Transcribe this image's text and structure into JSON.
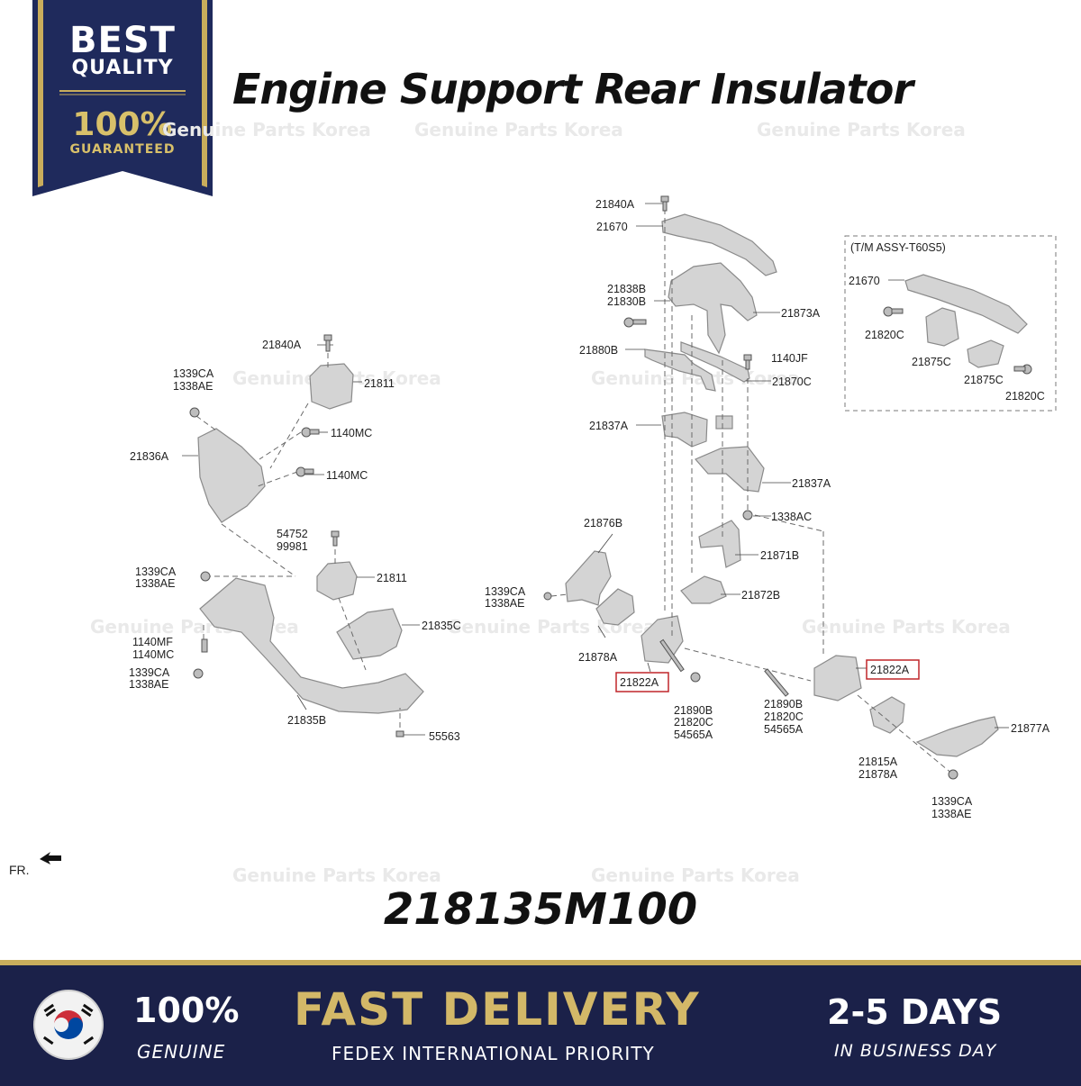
{
  "badge": {
    "line1": "BEST",
    "line2": "QUALITY",
    "line3": "100%",
    "line4": "GUARANTEED",
    "bg_color": "#1f2a5c",
    "gold_color": "#c9ad5c"
  },
  "title": "Engine Support Rear Insulator",
  "watermark_text": "Genuine Parts Korea",
  "inset_title": "(T/M ASSY-T60S5)",
  "highlight_color": "#c0262a",
  "labels": {
    "l21840a_top": "21840A",
    "l21670_top": "21670",
    "l21838b": "21838B",
    "l21830b": "21830B",
    "l21873a": "21873A",
    "l21880b": "21880B",
    "l1140jf": "1140JF",
    "l21870c": "21870C",
    "l21837a_1": "21837A",
    "l21837a_2": "21837A",
    "l1338ac": "1338AC",
    "l21876b": "21876B",
    "l21871b": "21871B",
    "l1339ca_mid": "1339CA",
    "l1338ae_mid": "1338AE",
    "l21872b": "21872B",
    "l21878a_mid": "21878A",
    "l21822a_left": "21822A",
    "l21822a_right": "21822A",
    "l21890b_l": "21890B",
    "l21820c_l": "21820C",
    "l54565a_l": "54565A",
    "l21890b_r": "21890B",
    "l21820c_r": "21820C",
    "l54565a_r": "54565A",
    "l21877a": "21877A",
    "l21815a": "21815A",
    "l21878a_r": "21878A",
    "l1339ca_br": "1339CA",
    "l1338ae_br": "1338AE",
    "l21670_inset": "21670",
    "l21820c_inset1": "21820C",
    "l21875c_1": "21875C",
    "l21875c_2": "21875C",
    "l21820c_inset2": "21820C",
    "l21840a_left": "21840A",
    "l21811_top": "21811",
    "l1339ca_tl": "1339CA",
    "l1338ae_tl": "1338AE",
    "l1140mc_1": "1140MC",
    "l21836a": "21836A",
    "l1140mc_2": "1140MC",
    "l54752": "54752",
    "l99981": "99981",
    "l21811_mid": "21811",
    "l1339ca_ml": "1339CA",
    "l1338ae_ml": "1338AE",
    "l21835c": "21835C",
    "l1140mf": "1140MF",
    "l1140mc_3": "1140MC",
    "l1339ca_ll": "1339CA",
    "l1338ae_ll": "1338AE",
    "l21835b": "21835B",
    "l55563": "55563"
  },
  "fr_label": "FR.",
  "part_number": "218135M100",
  "footer": {
    "genuine_percent": "100%",
    "genuine_label": "GENUINE",
    "fast_delivery": "FAST DELIVERY",
    "fedex": "FEDEX INTERNATIONAL PRIORITY",
    "days": "2-5 DAYS",
    "business_day": "IN BUSINESS DAY",
    "bg_color": "#1b2149",
    "gold_color": "#d3b868"
  }
}
